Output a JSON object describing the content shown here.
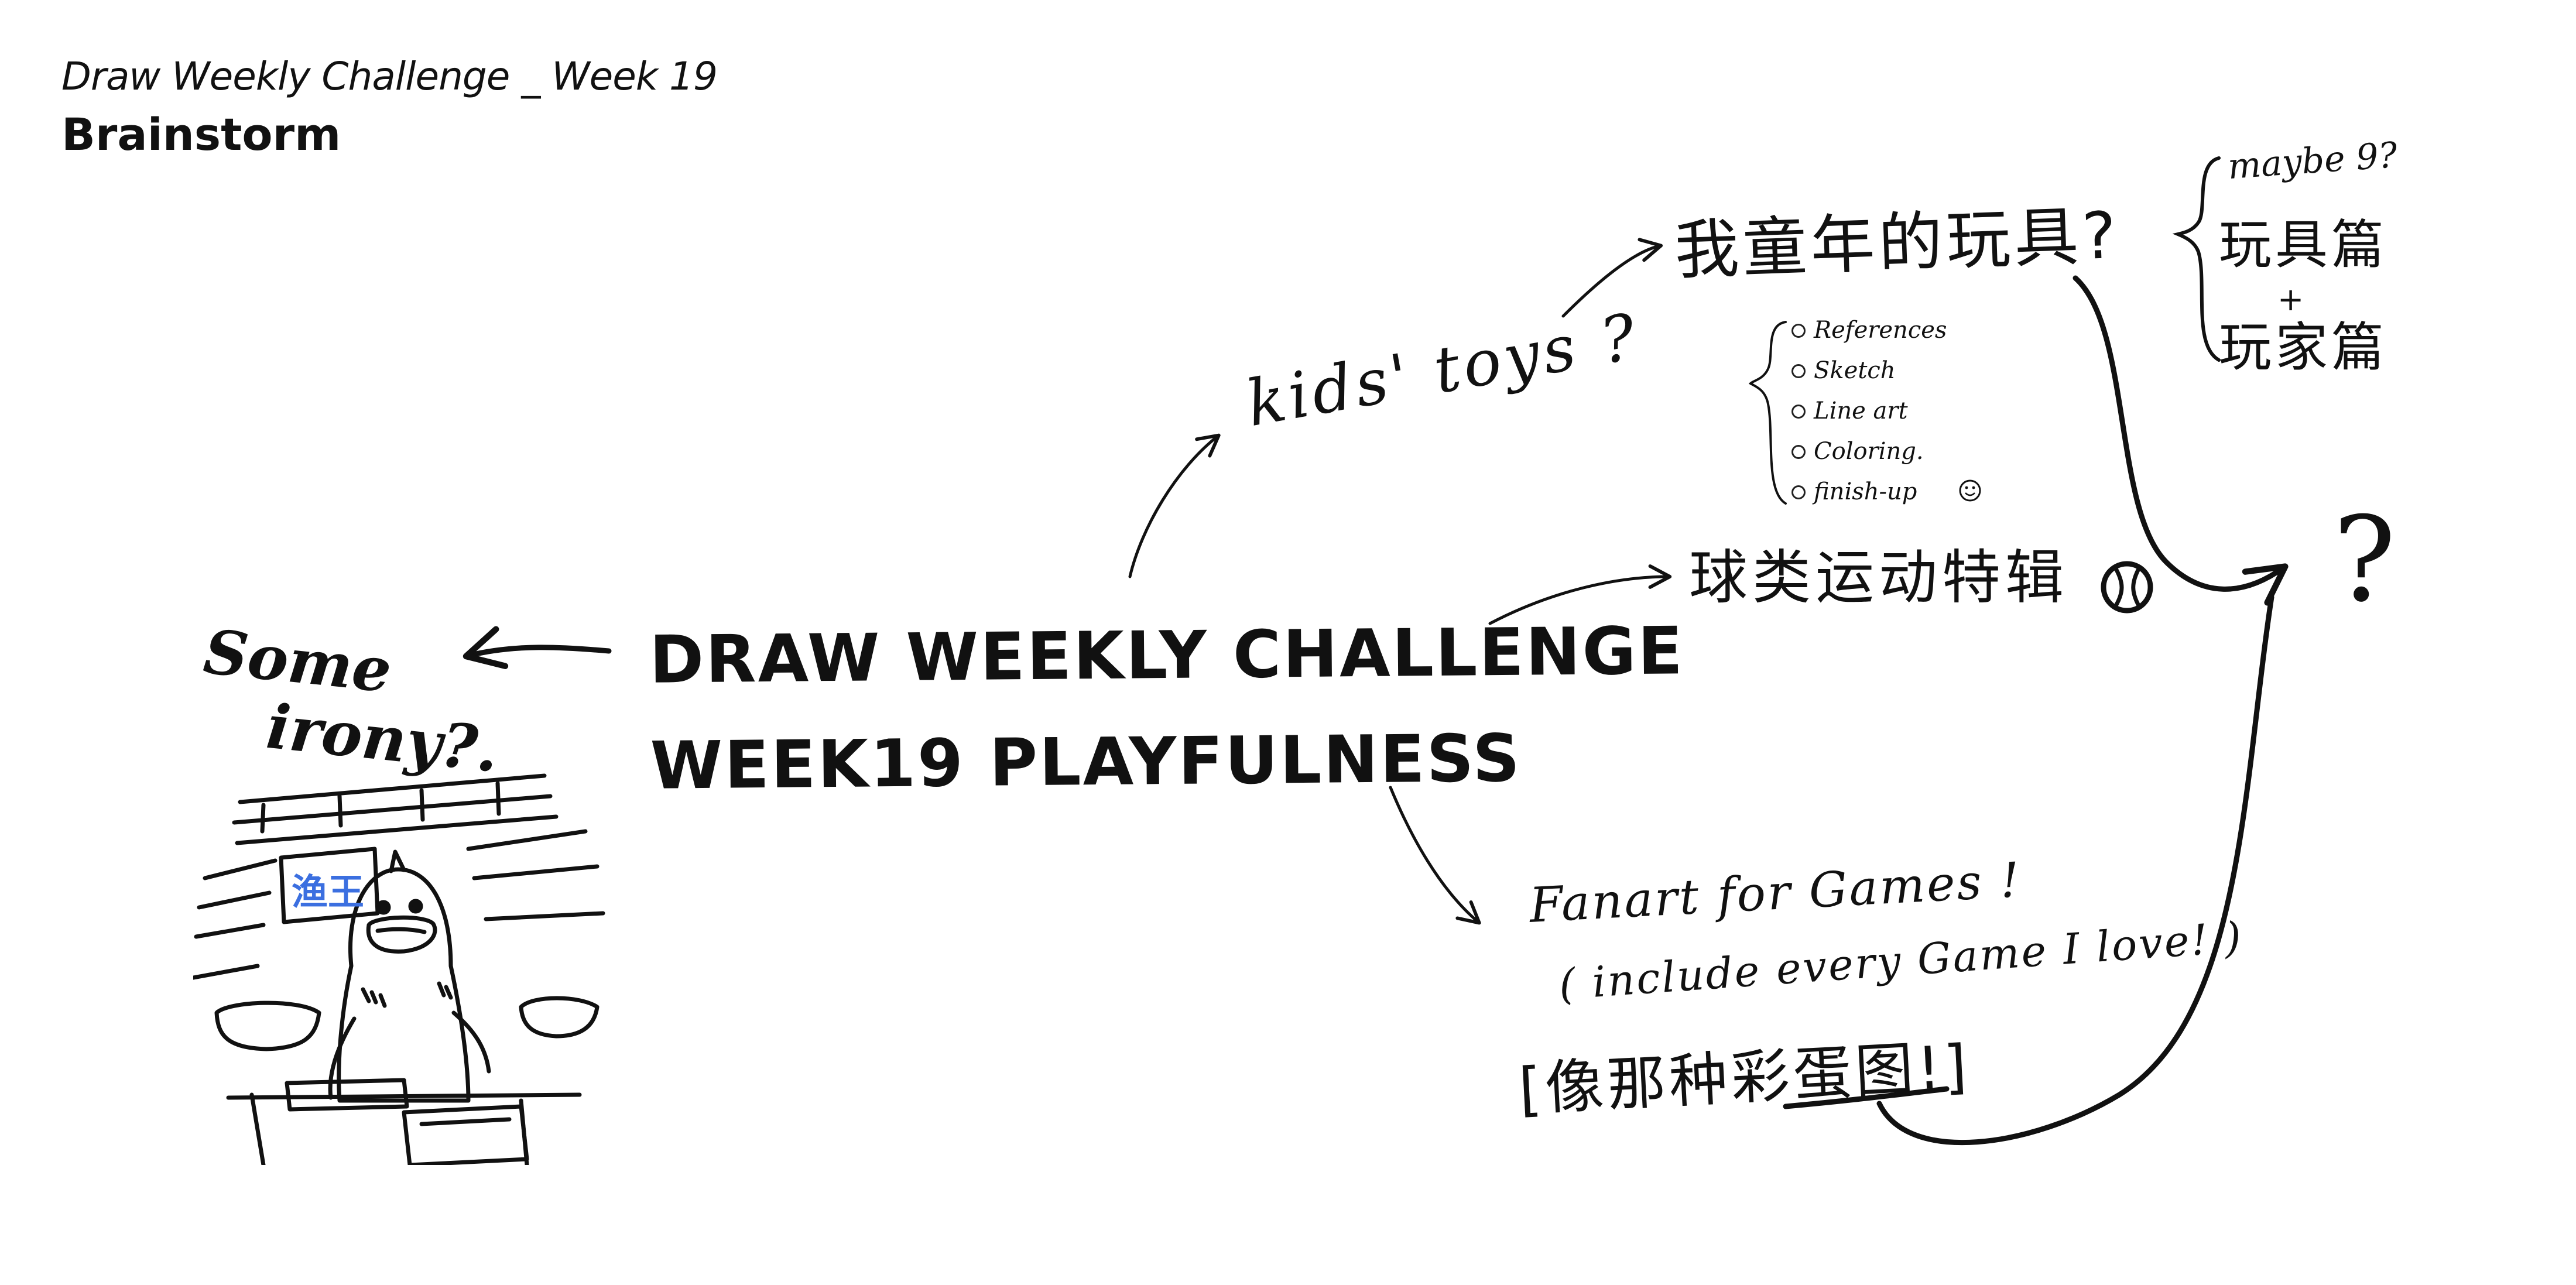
{
  "header": {
    "subtitle": "Draw Weekly Challenge _ Week 19",
    "title": "Brainstorm"
  },
  "center": {
    "line1": "DRAW WEEKLY CHALLENGE",
    "line2": "WEEK19  PLAYFULNESS"
  },
  "branches": {
    "irony": {
      "line1": "Some",
      "line2": "irony?."
    },
    "kids_toys": "kids' toys ?",
    "childhood_toys": "我童年的玩具?",
    "ball_sports": "球类运动特辑",
    "fanart": "Fanart for Games !",
    "fanart_note": "( include every Game I love! )",
    "easter_egg": "[像那种彩蛋图!]",
    "final_question": "?"
  },
  "checklist": [
    "References",
    "Sketch",
    "Line art",
    "Coloring.",
    "finish-up"
  ],
  "side_note": {
    "maybe": "maybe 9?",
    "part1": "玩具篇",
    "plus": "+",
    "part2": "玩家篇"
  },
  "illustration": {
    "sign_text": "渔王",
    "sign_color": "#3b6fe0"
  },
  "colors": {
    "ink": "#111111",
    "background": "#ffffff",
    "accent_blue": "#3b6fe0"
  }
}
